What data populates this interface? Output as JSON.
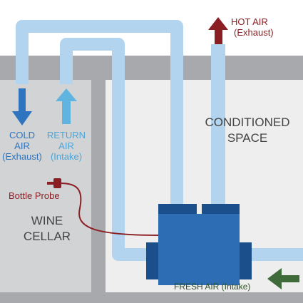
{
  "colors": {
    "wall": "#a7a9ac",
    "cellar_bg": "#d1d3d4",
    "space_bg": "#eeeeee",
    "duct": "#b3d4ef",
    "unit_body": "#2d6db3",
    "unit_dark": "#1a4f8c",
    "cold_arrow": "#2e74bf",
    "return_arrow": "#5fb4e0",
    "hot_arrow": "#8b1e23",
    "fresh_arrow": "#3f6b3a",
    "probe": "#8b1e23",
    "cold_text": "#2e74bf",
    "return_text": "#4ba6d8",
    "hot_text": "#8b1e23",
    "fresh_text": "#2f4f2a",
    "dark_text": "#444444"
  },
  "labels": {
    "cold": {
      "line1": "COLD",
      "line2": "AIR",
      "line3": "(Exhaust)"
    },
    "return": {
      "line1": "RETURN",
      "line2": "AIR",
      "line3": "(Intake)"
    },
    "hot": {
      "line1": "HOT AIR",
      "line2": "(Exhaust)"
    },
    "conditioned": {
      "line1": "CONDITIONED",
      "line2": "SPACE"
    },
    "probe": "Bottle Probe",
    "cellar": {
      "line1": "WINE",
      "line2": "CELLAR"
    },
    "fresh": "FRESH AIR (Intake)"
  },
  "icons": {
    "cold_arrow": "arrow-down-icon",
    "return_arrow": "arrow-up-icon",
    "hot_arrow": "arrow-up-icon",
    "fresh_arrow": "arrow-left-icon"
  }
}
